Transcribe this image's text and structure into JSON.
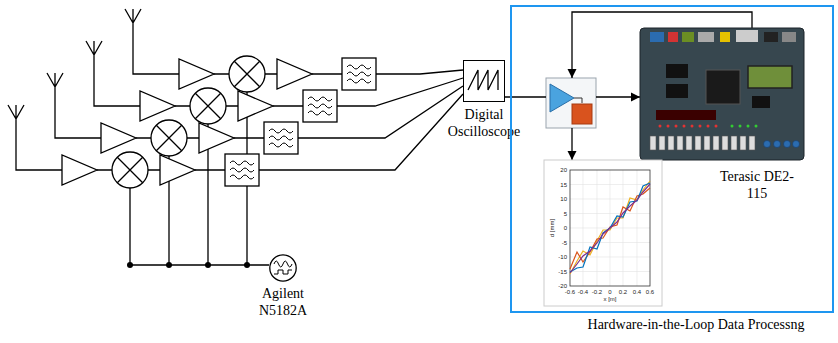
{
  "diagram": {
    "nodes": [
      {
        "text": [
          "Agilent N5182A"
        ]
      },
      {
        "text": [
          "Digital Oscilloscope"
        ]
      },
      {
        "text": [
          "Hardware-in-the-Loop Data Processng"
        ]
      },
      {
        "text": [
          "Terasic DE2-115"
        ],
        "in": 2
      }
    ],
    "labels": [
      "-0.6",
      "-0.4",
      "-0.2",
      "0",
      "0.2",
      "0.4",
      "0.6",
      "20",
      "15",
      "10",
      "5",
      "0",
      "-5",
      "-10",
      "-15",
      "-20",
      "x [m]",
      "d [mm]"
    ]
  }
}
